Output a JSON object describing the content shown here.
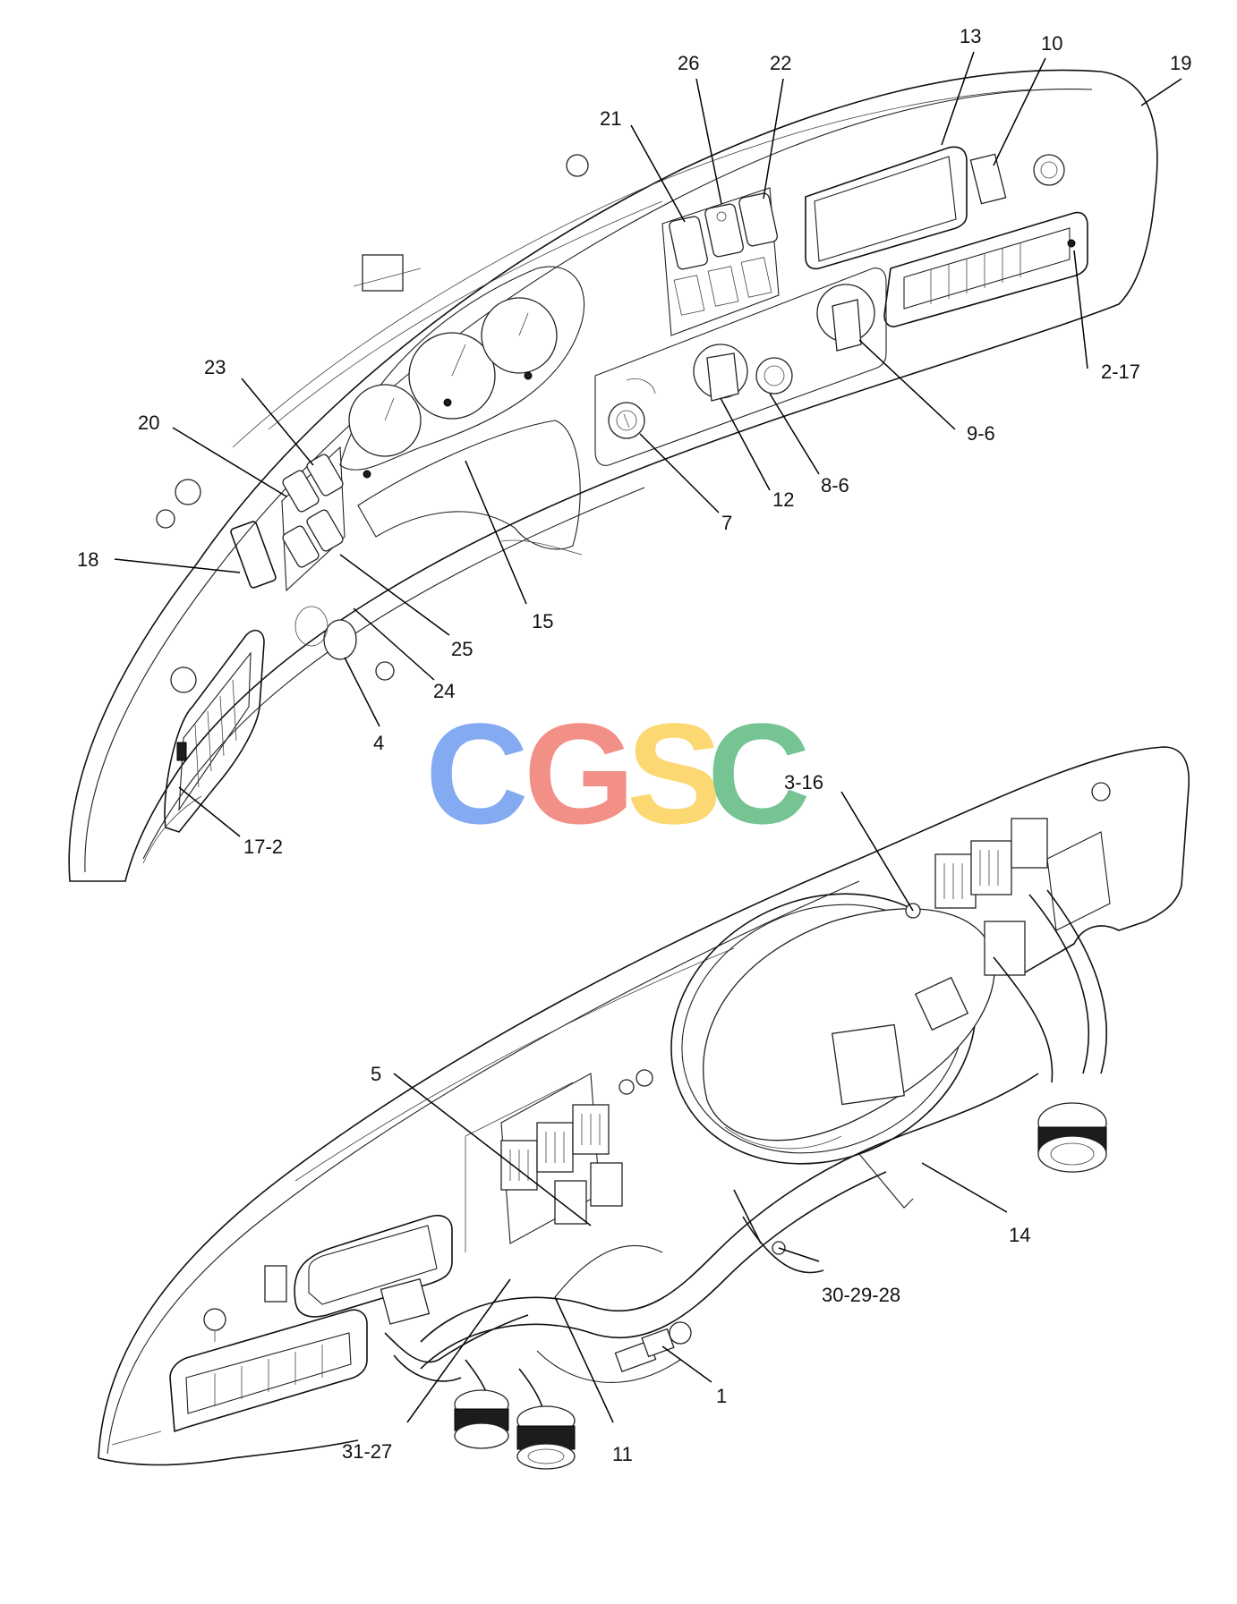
{
  "watermark": {
    "letters": [
      "C",
      "G",
      "S",
      "C"
    ],
    "colors": [
      "#7ea7f2",
      "#f28b82",
      "#fbd66a",
      "#6fc08f"
    ]
  },
  "callouts": {
    "c13": "13",
    "c10": "10",
    "c19": "19",
    "c26": "26",
    "c22": "22",
    "c21": "21",
    "c2_17": "2-17",
    "c9_6": "9-6",
    "c23": "23",
    "c20": "20",
    "c18": "18",
    "c8_6": "8-6",
    "c12": "12",
    "c7": "7",
    "c15": "15",
    "c25": "25",
    "c24": "24",
    "c4": "4",
    "c17_2": "17-2",
    "c3_16": "3-16",
    "c5": "5",
    "c14": "14",
    "c30_29_28": "30-29-28",
    "c1": "1",
    "c31_27": "31-27",
    "c11": "11"
  }
}
